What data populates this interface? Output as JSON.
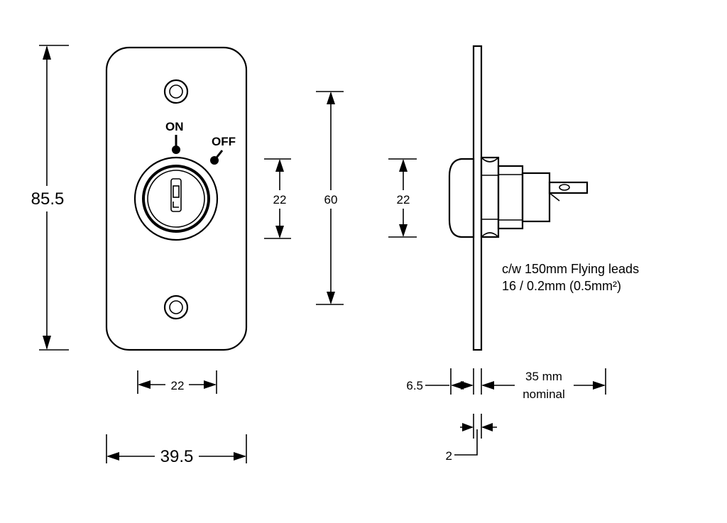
{
  "front_view": {
    "height_label": "85.5",
    "width_label": "39.5",
    "key_spacing_label": "22",
    "key_height_label": "22",
    "hole_pitch_label": "60",
    "on_label": "ON",
    "off_label": "OFF"
  },
  "side_view": {
    "body_height_label": "22",
    "flange_label": "6.5",
    "depth_label": "35 mm",
    "depth_sub_label": "nominal",
    "plate_label": "2",
    "note_line_1": "c/w 150mm Flying leads",
    "note_line_2": "16 / 0.2mm (0.5mm²)"
  }
}
